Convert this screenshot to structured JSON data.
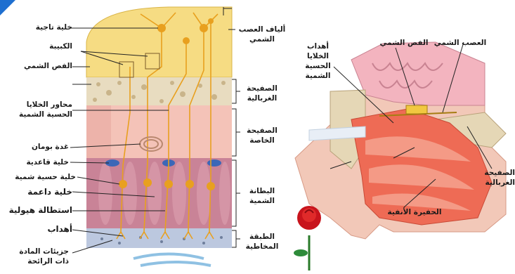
{
  "left_labels": {
    "mitral_cell": "خلية تاجية",
    "glomerulus": "الكبيبة",
    "olfactory_bulb": "الفص الشمي",
    "axons_line1": "محاور الخلايا",
    "axons_line2": "الحسية الشمية",
    "bowman_gland": "غدة بومان",
    "basal_cell": "خلية قاعدية",
    "sensory_cell": "خلية حسية شمية",
    "supporting_cell": "خلية داعمة",
    "cilia_extension": "استطالة هيولية",
    "cilia": "أهداب",
    "odor_line1": "جزيئات المادة",
    "odor_line2": "ذات الرائحة"
  },
  "mid_labels": {
    "olfactory_nerve_line1": "ألياف العصب",
    "olfactory_nerve_line2": "الشمي",
    "cribriform_line1": "الصفيحة",
    "cribriform_line2": "الغربالية",
    "lamina_line1": "الصفيحة",
    "lamina_line2": "الخاصة",
    "epithelium_line1": "البطانة",
    "epithelium_line2": "الشمية",
    "mucus_line1": "الطبقة",
    "mucus_line2": "المخاطية"
  },
  "right_labels": {
    "cilia_line1": "أهداب",
    "cilia_line2": "الخلايا",
    "cilia_line3": "الحسية",
    "cilia_line4": "الشمية",
    "olfactory_bulb": "الفص الشمي",
    "olfactory_nerve": "العصب الشمي",
    "cribriform_line1": "الصفيحة",
    "cribriform_line2": "الغربالية",
    "nasal_cavity": "الحفيرة الأنفية"
  }
}
